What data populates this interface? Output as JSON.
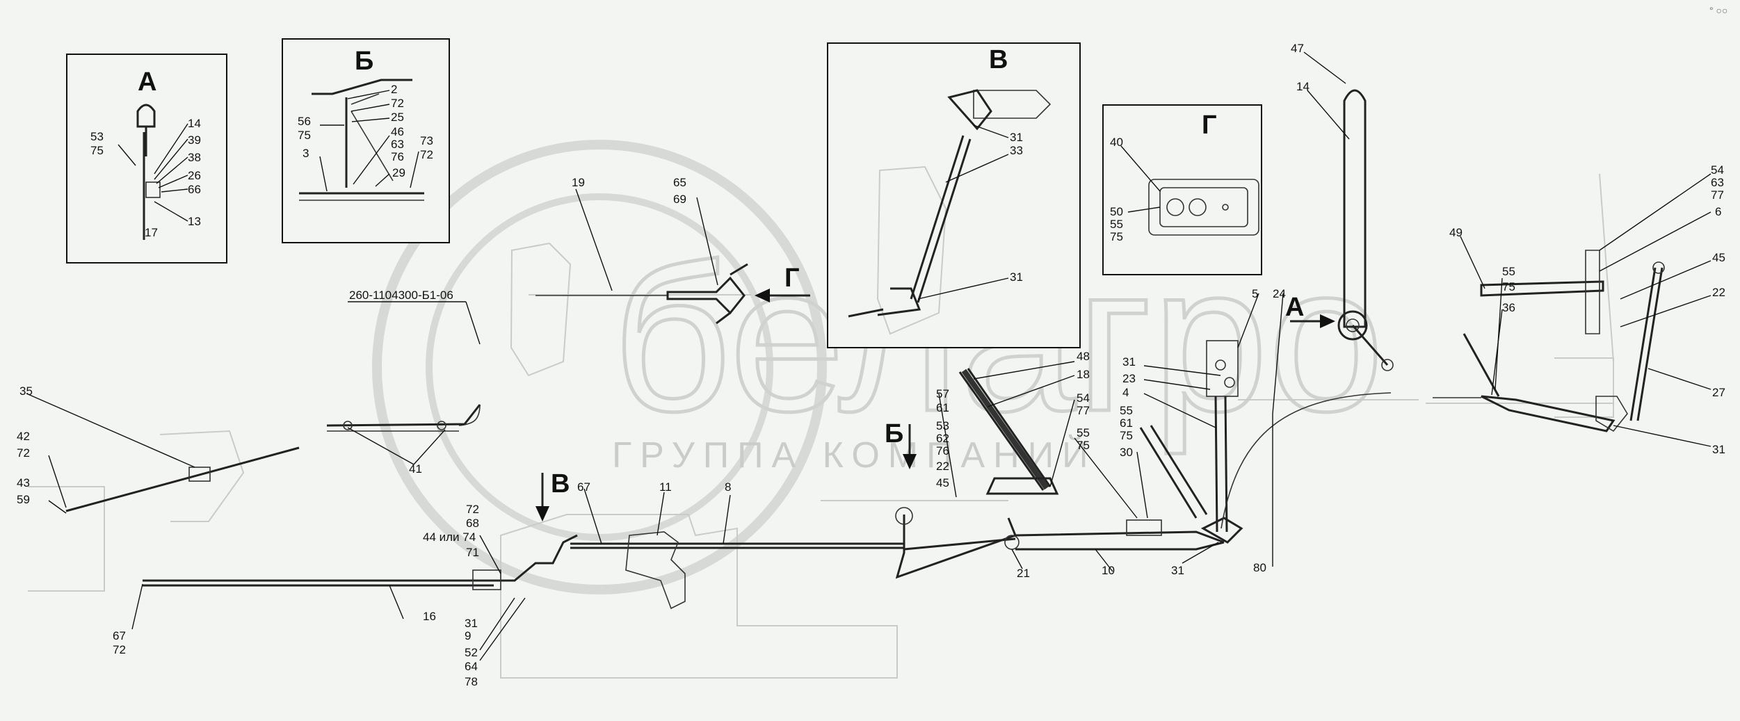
{
  "watermark": {
    "logo_text": "белагро",
    "subtitle": "ГРУППА КОМПАНИЙ"
  },
  "corner_mark": "° ○○",
  "insets": {
    "A": "А",
    "B": "Б",
    "V": "В",
    "G": "Г"
  },
  "view_arrows": {
    "A": "А",
    "B": "Б",
    "V": "В",
    "G": "Г"
  },
  "callouts": {
    "inset_a": [
      "53",
      "75",
      "14",
      "39",
      "38",
      "26",
      "66",
      "13",
      "17"
    ],
    "inset_b": [
      "2",
      "72",
      "25",
      "56",
      "75",
      "46",
      "63",
      "76",
      "73",
      "72",
      "3",
      "29"
    ],
    "inset_v": [
      "31",
      "33",
      "31"
    ],
    "inset_g": [
      "40",
      "50",
      "55",
      "75"
    ],
    "main": {
      "n19": "19",
      "n65": "65",
      "n69": "69",
      "part_no": "260-1104300-Б1-06",
      "n35": "35",
      "n42": "42",
      "n72a": "72",
      "n43": "43",
      "n59": "59",
      "n41": "41",
      "n67a": "67",
      "n11": "11",
      "n8": "8",
      "n72b": "72",
      "n68": "68",
      "n44": "44 или 74",
      "n71": "71",
      "n16": "16",
      "n67b": "67",
      "n72c": "72",
      "n31a": "31",
      "n9": "9",
      "n52": "52",
      "n64": "64",
      "n78": "78",
      "n57": "57",
      "n61a": "61",
      "n53": "53",
      "n62": "62",
      "n76": "76",
      "n22a": "22",
      "n45a": "45",
      "n48": "48",
      "n18": "18",
      "n54a": "54",
      "n77a": "77",
      "n55a": "55",
      "n75a": "75",
      "n21": "21",
      "n10": "10",
      "n31b": "31",
      "n23": "23",
      "n4": "4",
      "n55b": "55",
      "n61b": "61",
      "n75b": "75",
      "n30": "30",
      "n31c": "31",
      "n5": "5",
      "n24": "24",
      "n80": "80",
      "n47": "47",
      "n14": "14",
      "n49": "49",
      "n54b": "54",
      "n63": "63",
      "n77b": "77",
      "n6": "6",
      "n45b": "45",
      "n22b": "22",
      "n55c": "55",
      "n75c": "75",
      "n36": "36",
      "n27": "27",
      "n31d": "31"
    }
  }
}
